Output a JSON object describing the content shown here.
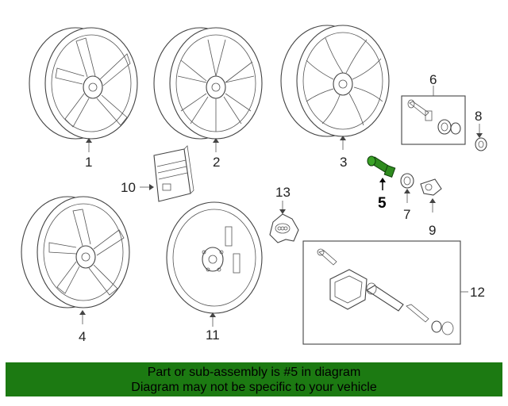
{
  "callouts": {
    "c1": "1",
    "c2": "2",
    "c3": "3",
    "c4": "4",
    "c5": "5",
    "c6": "6",
    "c7": "7",
    "c8": "8",
    "c9": "9",
    "c10": "10",
    "c11": "11",
    "c12": "12",
    "c13": "13"
  },
  "banner": {
    "line1": "Part or sub-assembly is #5 in diagram",
    "line2": "Diagram may not be specific to your vehicle"
  },
  "colors": {
    "banner_bg": "#1c7a12",
    "highlight_part": "#2e8b1e",
    "line_art": "#444444"
  }
}
